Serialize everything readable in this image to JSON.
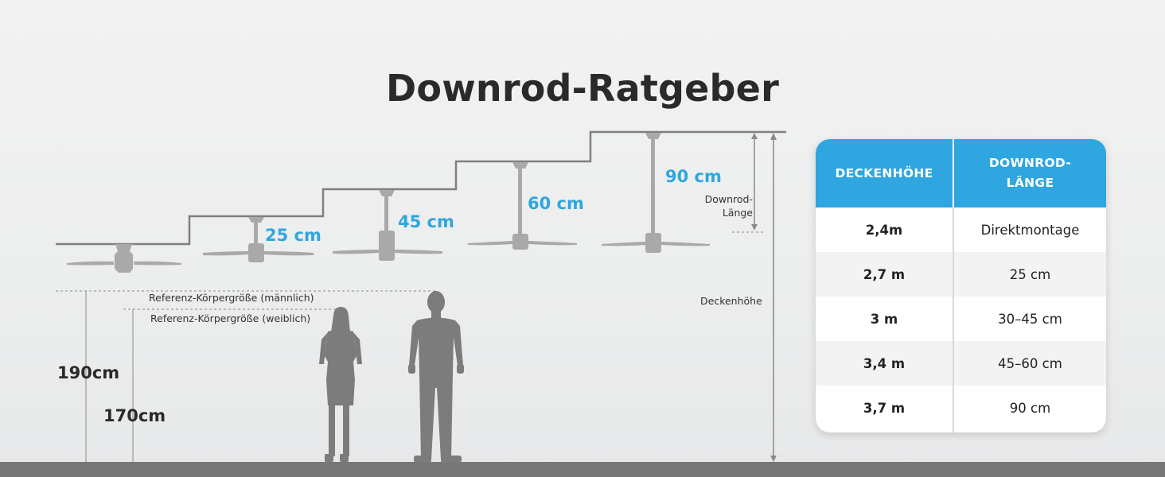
{
  "title": "Downrod-Ratgeber",
  "downrod_lengths": [
    "25 cm",
    "45 cm",
    "60 cm",
    "90 cm"
  ],
  "labels": {
    "downrod_length": "Downrod-\nLänge",
    "ceiling_height": "Deckenhöhe",
    "ref_male": "Referenz-Körpergröße (männlich)",
    "ref_female": "Referenz-Körpergröße (weiblich)",
    "height_male": "190cm",
    "height_female": "170cm"
  },
  "table": {
    "headers": [
      "DECKENHÖHE",
      "DOWNROD-\nLÄNGE"
    ],
    "rows": [
      [
        "2,4m",
        "Direktmontage"
      ],
      [
        "2,7 m",
        "25 cm"
      ],
      [
        "3 m",
        "30–45 cm"
      ],
      [
        "3,4 m",
        "45–60 cm"
      ],
      [
        "3,7 m",
        "90 cm"
      ]
    ]
  },
  "colors": {
    "accent": "#2fa6df",
    "ceiling_line": "#808080",
    "fan": "#a9a9a9",
    "figure": "#7c7c7c",
    "floor": "#777777"
  }
}
